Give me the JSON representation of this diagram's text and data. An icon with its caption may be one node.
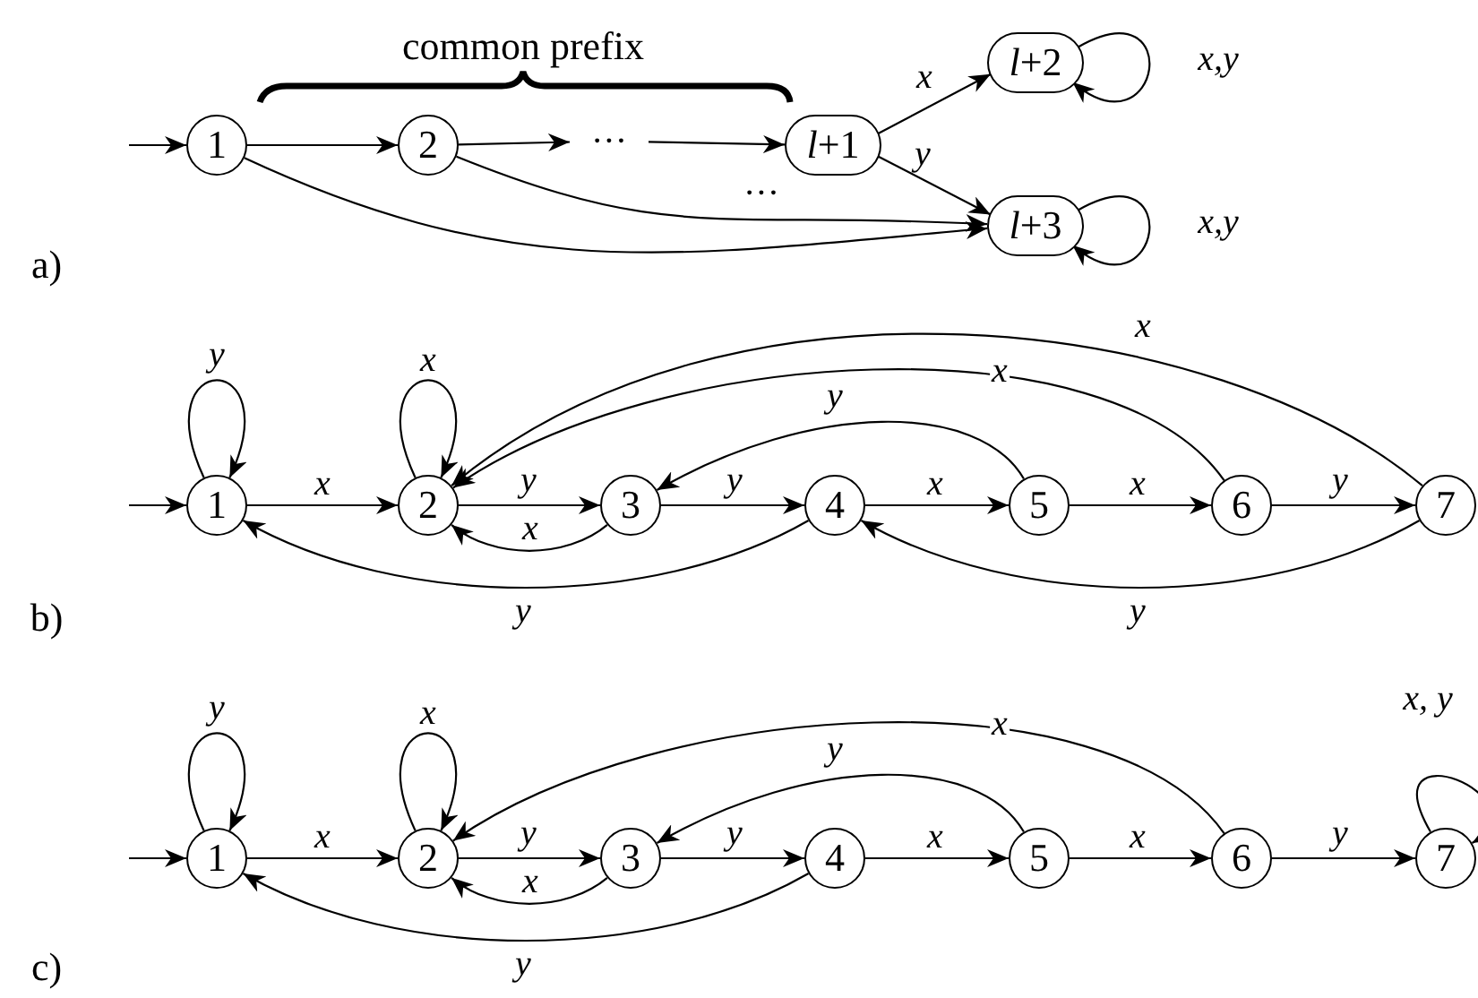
{
  "diagram": {
    "nodes": [
      {
        "text": [
          "1"
        ]
      },
      {
        "text": [
          "2"
        ]
      },
      {
        "text": [
          "···"
        ]
      },
      {
        "text": [
          "*l*+1"
        ]
      },
      {
        "text": [
          "*l*+2"
        ]
      },
      {
        "text": [
          "*l*+3"
        ]
      },
      {
        "text": [
          "1"
        ]
      },
      {
        "text": [
          "2"
        ]
      },
      {
        "text": [
          "3"
        ]
      },
      {
        "text": [
          "4"
        ]
      },
      {
        "text": [
          "5"
        ]
      },
      {
        "text": [
          "6"
        ]
      },
      {
        "text": [
          "7"
        ]
      },
      {
        "text": [
          "1"
        ]
      },
      {
        "text": [
          "2"
        ]
      },
      {
        "text": [
          "3"
        ]
      },
      {
        "text": [
          "4"
        ]
      },
      {
        "text": [
          "5"
        ]
      },
      {
        "text": [
          "6"
        ]
      },
      {
        "text": [
          "7"
        ]
      }
    ],
    "edges": [
      {
        "from": null,
        "to": 0,
        "arrow": "to"
      },
      {
        "from": 0,
        "to": 1,
        "arrow": "to"
      },
      {
        "from": 1,
        "to": 2,
        "arrow": "to"
      },
      {
        "from": 2,
        "to": 3,
        "arrow": "to"
      },
      {
        "from": 3,
        "to": 4,
        "arrow": "to",
        "label": "x"
      },
      {
        "from": 3,
        "to": 5,
        "arrow": "to",
        "label": "y"
      },
      {
        "from": 0,
        "to": 5,
        "arrow": "to"
      },
      {
        "from": 1,
        "to": 5,
        "arrow": "to"
      },
      {
        "from": 4,
        "to": 4,
        "arrow": "to",
        "label": "x,y"
      },
      {
        "from": 5,
        "to": 5,
        "arrow": "to",
        "label": "x,y"
      },
      {
        "from": null,
        "to": 6,
        "arrow": "to"
      },
      {
        "from": 6,
        "to": 6,
        "arrow": "to",
        "label": "y"
      },
      {
        "from": 6,
        "to": 7,
        "arrow": "to",
        "label": "x"
      },
      {
        "from": 7,
        "to": 7,
        "arrow": "to",
        "label": "x"
      },
      {
        "from": 7,
        "to": 8,
        "arrow": "to",
        "label": "y"
      },
      {
        "from": 8,
        "to": 7,
        "arrow": "to",
        "label": "x"
      },
      {
        "from": 8,
        "to": 9,
        "arrow": "to",
        "label": "y"
      },
      {
        "from": 9,
        "to": 10,
        "arrow": "to",
        "label": "x"
      },
      {
        "from": 10,
        "to": 8,
        "arrow": "to",
        "label": "y"
      },
      {
        "from": 10,
        "to": 11,
        "arrow": "to",
        "label": "x"
      },
      {
        "from": 11,
        "to": 7,
        "arrow": "to",
        "label": "x"
      },
      {
        "from": 11,
        "to": 12,
        "arrow": "to",
        "label": "y"
      },
      {
        "from": 12,
        "to": 7,
        "arrow": "to",
        "label": "x"
      },
      {
        "from": 9,
        "to": 6,
        "arrow": "to",
        "label": "y"
      },
      {
        "from": 12,
        "to": 9,
        "arrow": "to",
        "label": "y"
      },
      {
        "from": null,
        "to": 13,
        "arrow": "to"
      },
      {
        "from": 13,
        "to": 13,
        "arrow": "to",
        "label": "y"
      },
      {
        "from": 13,
        "to": 14,
        "arrow": "to",
        "label": "x"
      },
      {
        "from": 14,
        "to": 14,
        "arrow": "to",
        "label": "x"
      },
      {
        "from": 14,
        "to": 15,
        "arrow": "to",
        "label": "y"
      },
      {
        "from": 15,
        "to": 14,
        "arrow": "to",
        "label": "x"
      },
      {
        "from": 15,
        "to": 16,
        "arrow": "to",
        "label": "y"
      },
      {
        "from": 16,
        "to": 17,
        "arrow": "to",
        "label": "x"
      },
      {
        "from": 17,
        "to": 15,
        "arrow": "to",
        "label": "y"
      },
      {
        "from": 17,
        "to": 18,
        "arrow": "to",
        "label": "x"
      },
      {
        "from": 18,
        "to": 14,
        "arrow": "to",
        "label": "x"
      },
      {
        "from": 18,
        "to": 19,
        "arrow": "to",
        "label": "y"
      },
      {
        "from": 19,
        "to": 19,
        "arrow": "to",
        "label": "x, y"
      },
      {
        "from": 16,
        "to": 13,
        "arrow": "to",
        "label": "y"
      }
    ],
    "labels": [
      "common prefix",
      "···",
      "a)",
      "b)",
      "c)"
    ]
  }
}
